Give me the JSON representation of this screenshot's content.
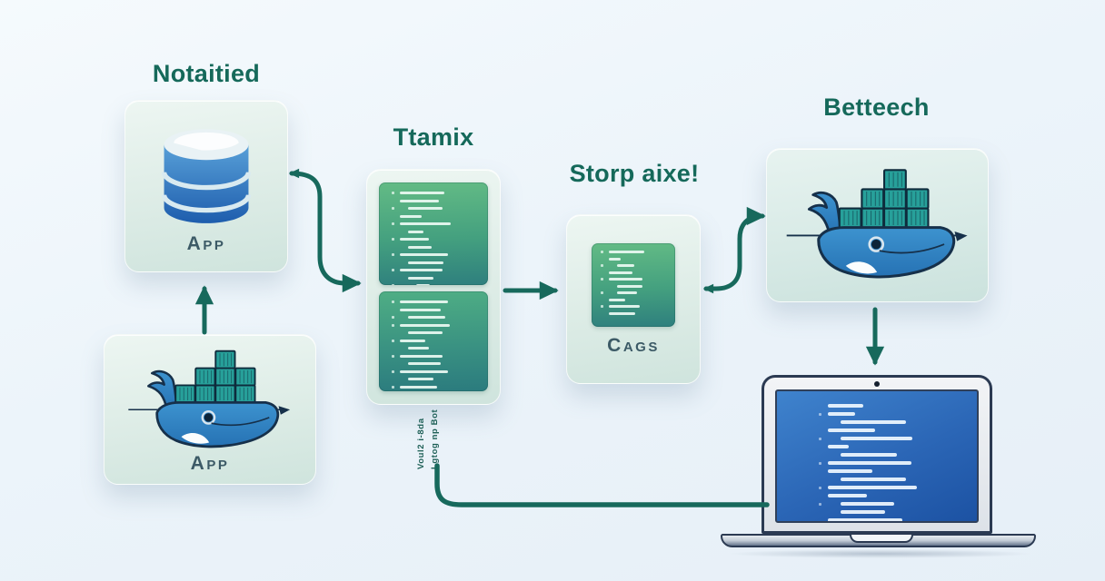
{
  "titles": {
    "db": "Notaitied",
    "code": "Ttamix",
    "cags": "Storp aixe!",
    "whale": "Betteech"
  },
  "captions": {
    "db_card": "App",
    "whale2_card": "App",
    "cags_card": "Cags"
  },
  "rotated_note": {
    "line1": "Voul2 i-8da",
    "line2": "Lgtog np Bot"
  },
  "icons": {
    "db_card": "database-icon",
    "whale_cards": "docker-whale-icon",
    "laptop": "laptop-icon"
  },
  "colors": {
    "background": "#ecf4fa",
    "card_mint": "#ddecE6",
    "title_teal": "#15695a",
    "arrow_teal": "#17695c",
    "panel_green_top": "#63bb85",
    "panel_green_bottom": "#2e7f7e",
    "screen_blue_top": "#3f83cd",
    "screen_blue_bottom": "#1c52a3",
    "whale_blue": "#3590cb",
    "container_teal": "#27a09a",
    "db_blue_light": "#58a0d8",
    "db_blue_dark": "#1e5dad",
    "caption_color": "#3c5a66"
  },
  "code_lines": {
    "ttamix_top": [
      [
        0,
        52,
        1
      ],
      [
        0,
        46,
        0
      ],
      [
        1,
        40,
        1
      ],
      [
        0,
        26,
        0
      ],
      [
        0,
        60,
        1
      ],
      [
        1,
        18,
        0
      ],
      [
        0,
        34,
        1
      ],
      [
        1,
        28,
        0
      ],
      [
        0,
        56,
        1
      ],
      [
        1,
        42,
        0
      ],
      [
        0,
        50,
        1
      ],
      [
        1,
        30,
        0
      ],
      [
        2,
        16,
        1
      ]
    ],
    "ttamix_bottom": [
      [
        0,
        56,
        1
      ],
      [
        0,
        48,
        0
      ],
      [
        1,
        44,
        1
      ],
      [
        0,
        58,
        1
      ],
      [
        1,
        40,
        0
      ],
      [
        0,
        30,
        1
      ],
      [
        1,
        24,
        0
      ],
      [
        0,
        50,
        1
      ],
      [
        1,
        38,
        0
      ],
      [
        0,
        56,
        1
      ],
      [
        1,
        30,
        0
      ],
      [
        0,
        44,
        1
      ],
      [
        1,
        34,
        0
      ]
    ],
    "cags": [
      [
        0,
        54,
        1
      ],
      [
        0,
        18,
        0
      ],
      [
        1,
        26,
        1
      ],
      [
        0,
        36,
        0
      ],
      [
        0,
        50,
        1
      ],
      [
        1,
        38,
        0
      ],
      [
        1,
        30,
        1
      ],
      [
        0,
        24,
        0
      ],
      [
        0,
        46,
        1
      ],
      [
        0,
        40,
        0
      ]
    ],
    "laptop": [
      [
        0,
        24,
        0
      ],
      [
        0,
        18,
        1
      ],
      [
        1,
        44,
        0
      ],
      [
        0,
        32,
        0
      ],
      [
        1,
        48,
        1
      ],
      [
        0,
        14,
        0
      ],
      [
        1,
        38,
        0
      ],
      [
        0,
        56,
        1
      ],
      [
        0,
        30,
        0
      ],
      [
        1,
        44,
        0
      ],
      [
        0,
        60,
        1
      ],
      [
        0,
        26,
        0
      ],
      [
        1,
        36,
        1
      ],
      [
        1,
        30,
        0
      ],
      [
        0,
        50,
        0
      ],
      [
        1,
        42,
        1
      ]
    ]
  }
}
